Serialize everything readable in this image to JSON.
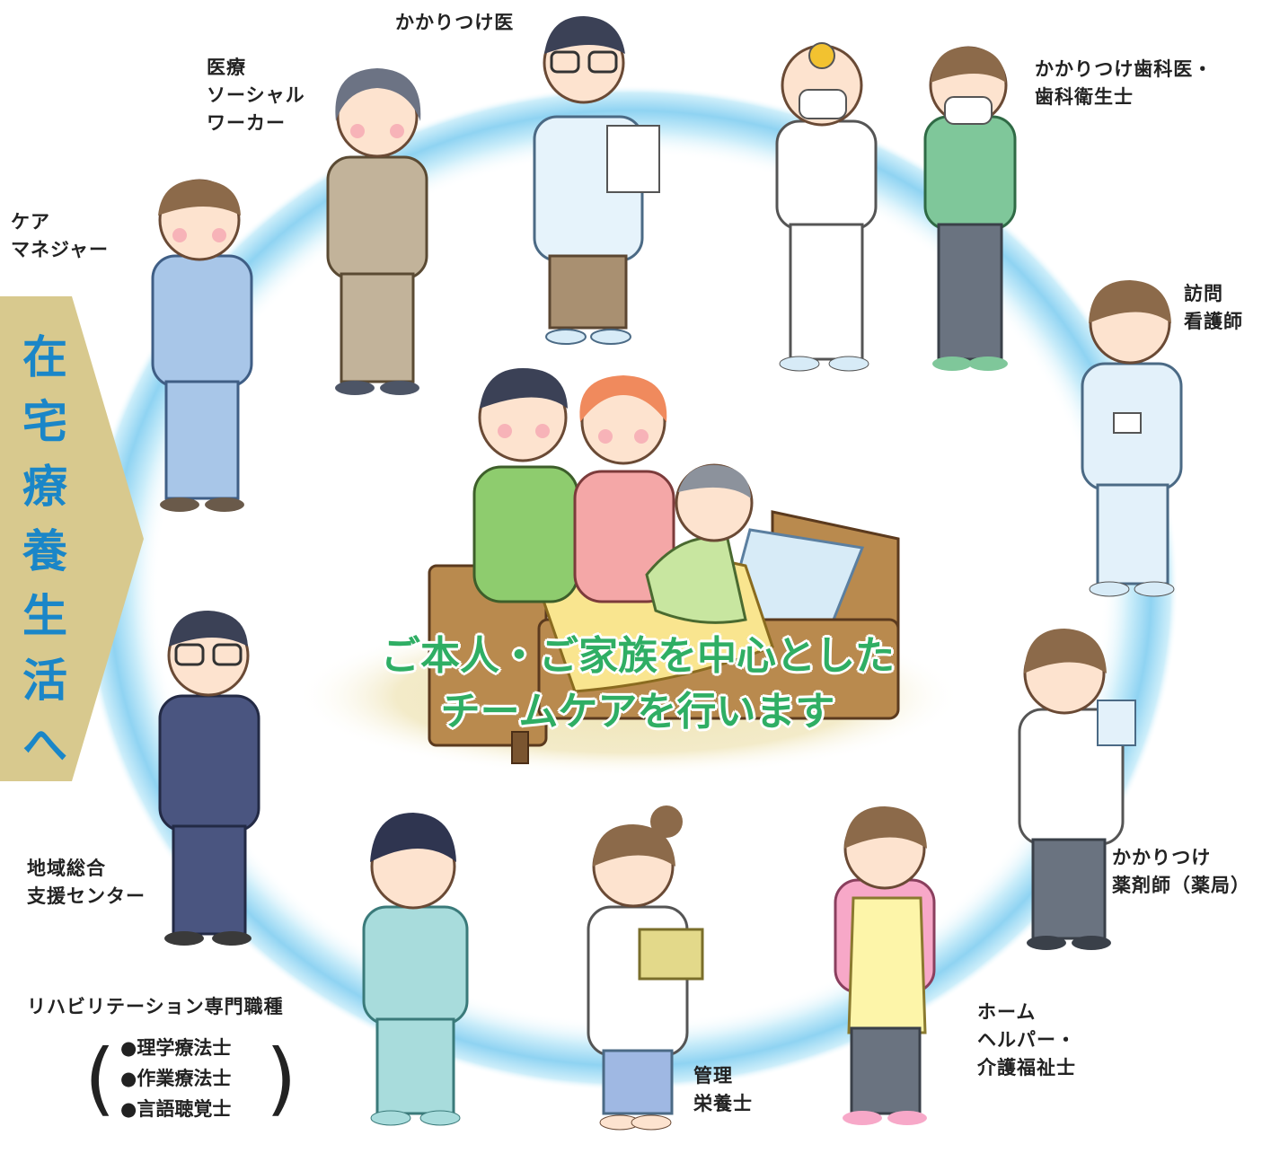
{
  "banner": {
    "text": [
      "在",
      "宅",
      "療",
      "養",
      "生",
      "活",
      "へ"
    ]
  },
  "center_message": {
    "line1": "ご本人・ご家族を中心とした",
    "line2": "チームケアを行います"
  },
  "roles": {
    "family_doctor": [
      "かかりつけ医"
    ],
    "social_worker": [
      "医療",
      "ソーシャル",
      "ワーカー"
    ],
    "care_manager": [
      "ケア",
      "マネジャー"
    ],
    "dentist": [
      "かかりつけ歯科医・",
      "歯科衛生士"
    ],
    "visiting_nurse": [
      "訪問",
      "看護師"
    ],
    "pharmacist": [
      "かかりつけ",
      "薬剤師（薬局）"
    ],
    "home_helper": [
      "ホーム",
      "ヘルパー・",
      "介護福祉士"
    ],
    "dietitian": [
      "管理",
      "栄養士"
    ],
    "community_center": [
      "地域総合",
      "支援センター"
    ],
    "rehab": {
      "title": "リハビリテーション専門職種",
      "items": [
        "●理学療法士",
        "●作業療法士",
        "●言語聴覚士"
      ]
    }
  },
  "colors": {
    "ring": "#8fd3f2",
    "banner_bg": "#d8c98e",
    "banner_text": "#1a86c8",
    "center_text": "#2fae64"
  }
}
